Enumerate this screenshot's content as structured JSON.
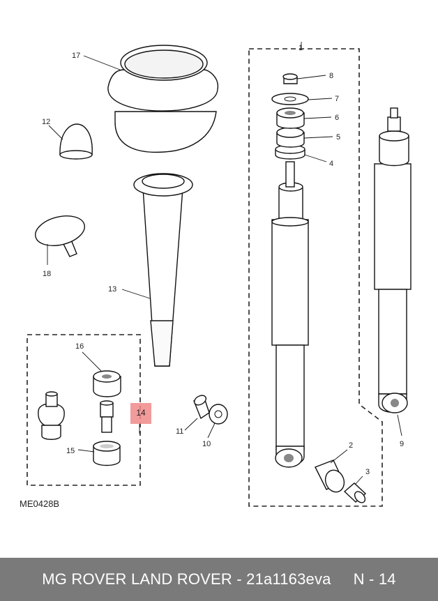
{
  "diagram": {
    "code": "ME0428B",
    "callouts": {
      "c1": "1",
      "c2": "2",
      "c3": "3",
      "c4": "4",
      "c5": "5",
      "c6": "6",
      "c7": "7",
      "c8": "8",
      "c9": "9",
      "c10": "10",
      "c11": "11",
      "c12": "12",
      "c13": "13",
      "c14": "14",
      "c15": "15",
      "c16": "16",
      "c17": "17",
      "c18": "18"
    },
    "highlight_color": "#f08a8a"
  },
  "footer": {
    "text": "MG ROVER LAND ROVER - 21a1163eva",
    "page": "N - 14",
    "background": "#7a7a7a"
  }
}
